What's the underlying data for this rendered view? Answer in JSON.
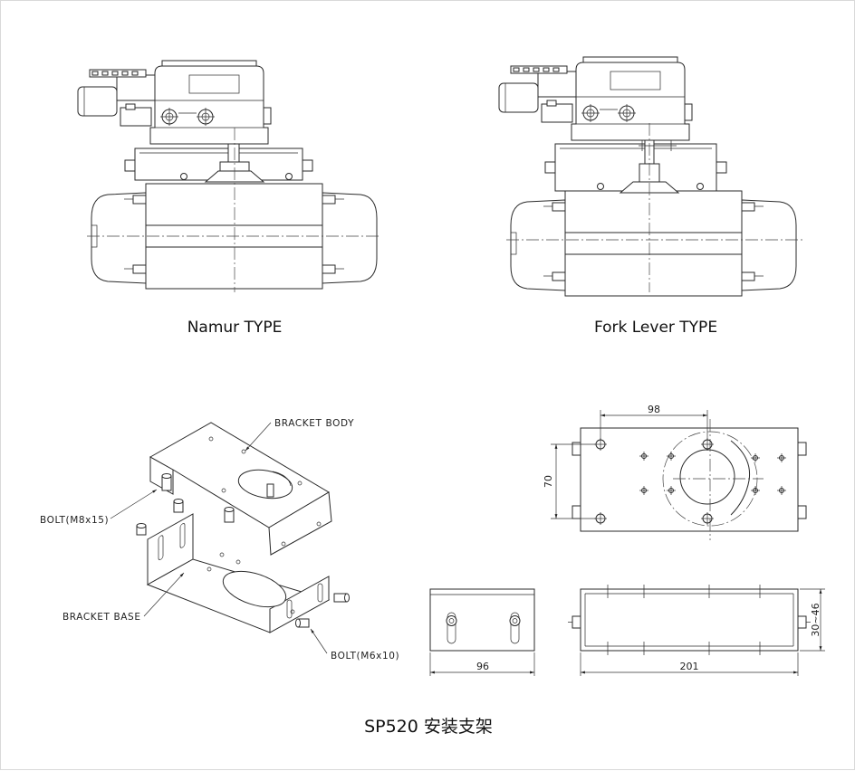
{
  "views": {
    "namur": {
      "label": "Namur TYPE"
    },
    "fork_lever": {
      "label": "Fork Lever TYPE"
    }
  },
  "bracket": {
    "body_label": "BRACKET BODY",
    "base_label": "BRACKET BASE",
    "bolt_m8_label": "BOLT(M8x15)",
    "bolt_m6_label": "BOLT(M6x10)"
  },
  "dimensions": {
    "hole_spacing_x": "98",
    "hole_spacing_y": "70",
    "front_width": "96",
    "side_length": "201",
    "height_range": "30~46"
  },
  "title": "SP520 安装支架"
}
